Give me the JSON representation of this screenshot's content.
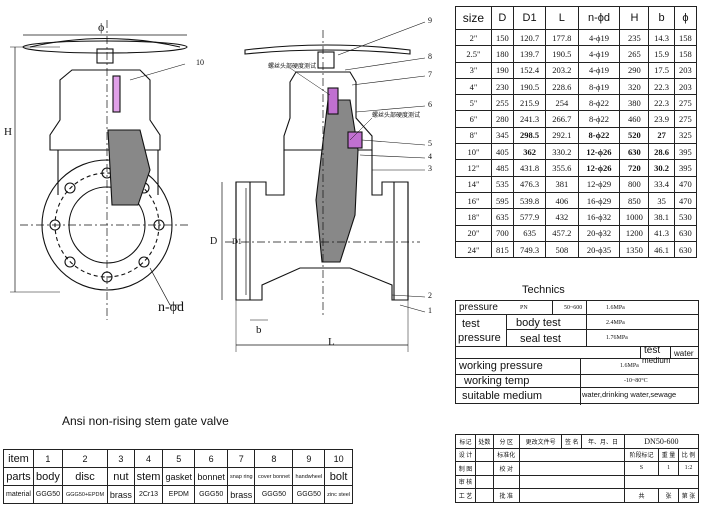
{
  "size_table": {
    "headers": [
      "size",
      "D",
      "D1",
      "L",
      "n-ϕd",
      "H",
      "b",
      "ϕ"
    ],
    "rows": [
      {
        "cells": [
          "2\"",
          "150",
          "120.7",
          "177.8",
          "4-ϕ19",
          "235",
          "14.3",
          "158"
        ],
        "bold": []
      },
      {
        "cells": [
          "2.5\"",
          "180",
          "139.7",
          "190.5",
          "4-ϕ19",
          "265",
          "15.9",
          "158"
        ],
        "bold": []
      },
      {
        "cells": [
          "3\"",
          "190",
          "152.4",
          "203.2",
          "4-ϕ19",
          "290",
          "17.5",
          "203"
        ],
        "bold": []
      },
      {
        "cells": [
          "4\"",
          "230",
          "190.5",
          "228.6",
          "8-ϕ19",
          "320",
          "22.3",
          "203"
        ],
        "bold": []
      },
      {
        "cells": [
          "5\"",
          "255",
          "215.9",
          "254",
          "8-ϕ22",
          "380",
          "22.3",
          "275"
        ],
        "bold": []
      },
      {
        "cells": [
          "6\"",
          "280",
          "241.3",
          "266.7",
          "8-ϕ22",
          "460",
          "23.9",
          "275"
        ],
        "bold": []
      },
      {
        "cells": [
          "8\"",
          "345",
          "298.5",
          "292.1",
          "8-ϕ22",
          "520",
          "27",
          "325"
        ],
        "bold": [
          2,
          4,
          5,
          6
        ]
      },
      {
        "cells": [
          "10\"",
          "405",
          "362",
          "330.2",
          "12-ϕ26",
          "630",
          "28.6",
          "395"
        ],
        "bold": [
          2,
          4,
          5,
          6
        ]
      },
      {
        "cells": [
          "12\"",
          "485",
          "431.8",
          "355.6",
          "12-ϕ26",
          "720",
          "30.2",
          "395"
        ],
        "bold": [
          4,
          5,
          6
        ]
      },
      {
        "cells": [
          "14\"",
          "535",
          "476.3",
          "381",
          "12-ϕ29",
          "800",
          "33.4",
          "470"
        ],
        "bold": []
      },
      {
        "cells": [
          "16\"",
          "595",
          "539.8",
          "406",
          "16-ϕ29",
          "850",
          "35",
          "470"
        ],
        "bold": []
      },
      {
        "cells": [
          "18\"",
          "635",
          "577.9",
          "432",
          "16-ϕ32",
          "1000",
          "38.1",
          "530"
        ],
        "bold": []
      },
      {
        "cells": [
          "20\"",
          "700",
          "635",
          "457.2",
          "20-ϕ32",
          "1200",
          "41.3",
          "630"
        ],
        "bold": []
      },
      {
        "cells": [
          "24\"",
          "815",
          "749.3",
          "508",
          "20-ϕ35",
          "1350",
          "46.1",
          "630"
        ],
        "bold": []
      }
    ]
  },
  "technics": {
    "title": "Technics",
    "pressure_label": "pressure",
    "pn_label": "PN",
    "pn_range": "50~600",
    "pn_value": "1.6MPa",
    "test_label": "test",
    "pressure_label_2": "pressure",
    "body_test_label": "body test",
    "body_test_value": "2.4MPa",
    "seal_test_label": "seal test",
    "seal_test_value": "1.76MPa",
    "test_medium_label_1": "test",
    "test_medium_label_2": "medium",
    "test_medium_value": "water",
    "working_pressure_label": "working pressure",
    "working_pressure_value": "1.6MPa",
    "working_temp_label": "working temp",
    "working_temp_value": "-10~80°C",
    "suitable_medium_label": "suitable medium",
    "suitable_medium_value": "water,drinking water,sewage"
  },
  "caption": "Ansi non-rising stem gate valve",
  "parts_table": {
    "item_label": "item",
    "item_numbers": [
      "1",
      "2",
      "3",
      "4",
      "5",
      "6",
      "7",
      "8",
      "9",
      "10"
    ],
    "parts_label": "parts",
    "parts": [
      "body",
      "disc",
      "nut",
      "stem",
      "gasket",
      "bonnet",
      "snap ring",
      "cover bonnet",
      "handwheel",
      "bolt"
    ],
    "material_label": "material",
    "materials": [
      "GGG50",
      "GGG50+EPDM",
      "brass",
      "2Cr13",
      "EPDM",
      "GGG50",
      "brass",
      "GGG50",
      "GGG50",
      "zinc steel"
    ]
  },
  "title_block": {
    "row1": [
      "标记",
      "处数",
      "分 区",
      "更改文件号",
      "签 名",
      "年、月、日",
      "DN50-600"
    ],
    "row2": [
      "设 计",
      "",
      "标准化",
      "",
      "阶段标记",
      "重 量",
      "比 例"
    ],
    "row3": [
      "制 图",
      "",
      "校 对",
      "",
      "S",
      "1",
      "",
      "1:2"
    ],
    "row4": [
      "审 核",
      "",
      "",
      ""
    ],
    "row5": [
      "工 艺",
      "",
      "批 准",
      "",
      "共",
      "张",
      "第",
      "张"
    ]
  },
  "drawing_labels": {
    "phi": "ϕ",
    "h": "H",
    "ndb": "n-ϕd",
    "l": "L",
    "b": "b",
    "d": "D",
    "d1": "D1",
    "balloon_10": "10",
    "balloons_right": [
      "9",
      "8",
      "7",
      "6",
      "5",
      "4",
      "3",
      "2",
      "1"
    ],
    "note_1": "螺丝头部硬度测试",
    "note_2": "螺丝头部硬度测试"
  }
}
